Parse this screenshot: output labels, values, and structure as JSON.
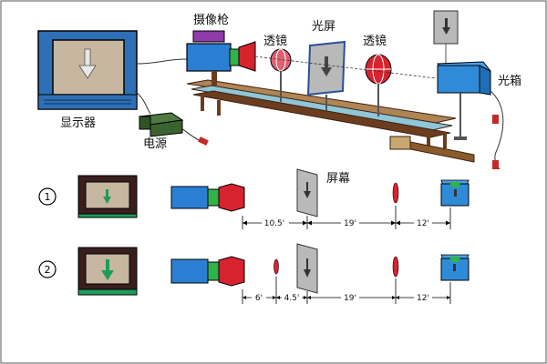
{
  "labels": {
    "camera": "摄像枪",
    "lens1": "透镜",
    "screen": "光屏",
    "lens2": "透镜",
    "lightbox": "光箱",
    "monitor": "显示器",
    "power": "电源",
    "screen2": "屏幕"
  },
  "setups": [
    {
      "index": "1",
      "dims": [
        "10.5'",
        "19'",
        "12'"
      ]
    },
    {
      "index": "2",
      "dims": [
        "6'",
        "4.5'",
        "19'",
        "12'"
      ]
    }
  ],
  "colors": {
    "monitor_frame": "#2f6fb5",
    "monitor_screen": "#c7b6a0",
    "camera_blue": "#2a7fd4",
    "lens_red": "#d8232f",
    "lens_green": "#2fb34a",
    "screen_gray": "#b9b9b9",
    "box_blue": "#2f8bd8",
    "rail_brown": "#6b3d1e",
    "arrow_green": "#1e9c5a"
  }
}
